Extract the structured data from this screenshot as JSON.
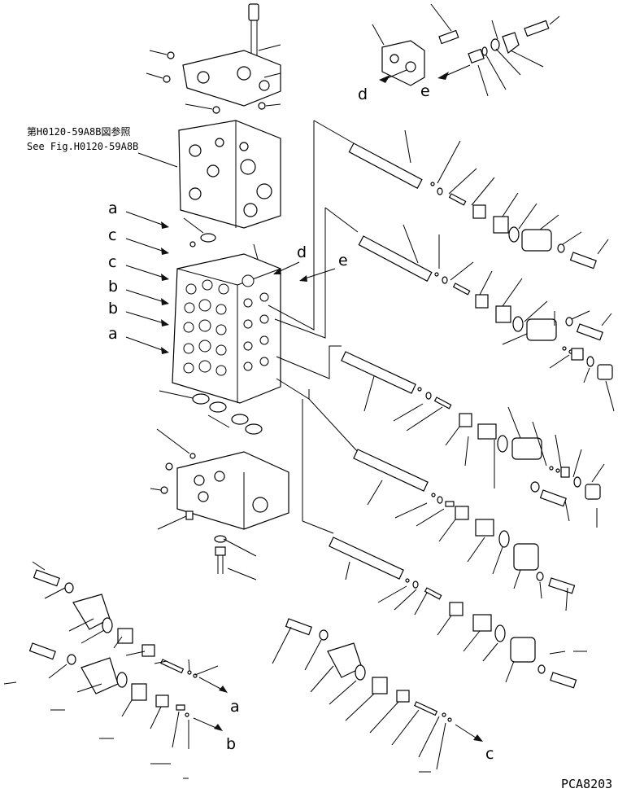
{
  "reference": {
    "line1": "第H0120-59A8B図参照",
    "line2": "See Fig.H0120-59A8B"
  },
  "drawing_code": "PCA8203",
  "callouts": {
    "left": [
      "a",
      "c",
      "c",
      "b",
      "b",
      "a"
    ],
    "right_d": "d",
    "right_e": "e",
    "top_d": "d",
    "top_e": "e",
    "bottom_a": "a",
    "bottom_b": "b",
    "bottom_c": "c"
  }
}
